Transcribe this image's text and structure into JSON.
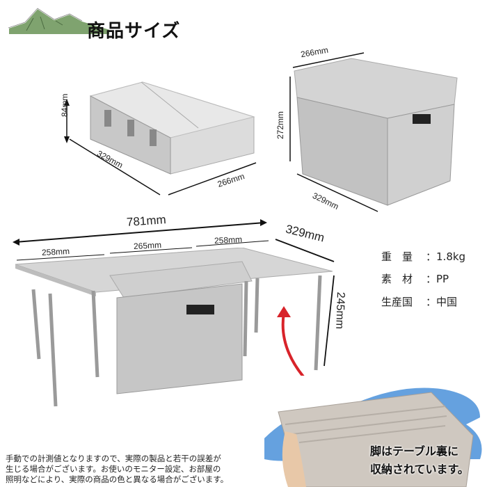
{
  "header": {
    "title": "商品サイズ",
    "logo_colors": {
      "mountain_green": "#7fa36f",
      "outline": "#ffffff"
    }
  },
  "folded_box": {
    "height": "84mm",
    "depth": "329mm",
    "width": "266mm"
  },
  "assembled_box": {
    "width": "266mm",
    "height": "272mm",
    "depth": "329mm"
  },
  "table_mode": {
    "total_width": "781mm",
    "left_panel": "258mm",
    "center_panel": "265mm",
    "right_panel": "258mm",
    "depth": "329mm",
    "height": "245mm",
    "arrow_color": "#d8232a"
  },
  "specs": [
    {
      "label": "重　量",
      "value": "1.8kg"
    },
    {
      "label": "素　材",
      "value": "PP"
    },
    {
      "label": "生産国",
      "value": "中国"
    }
  ],
  "callout": {
    "line1": "脚はテーブル裏に",
    "line2": "収納されています。",
    "splash_color": "#4a90d9"
  },
  "disclaimer": {
    "line1": "手動での計測値となりますので、実際の製品と若干の誤差が",
    "line2": "生じる場合がございます。お使いのモニター設定、お部屋の",
    "line3": "照明などにより、実際の商品の色と異なる場合がございます。"
  }
}
